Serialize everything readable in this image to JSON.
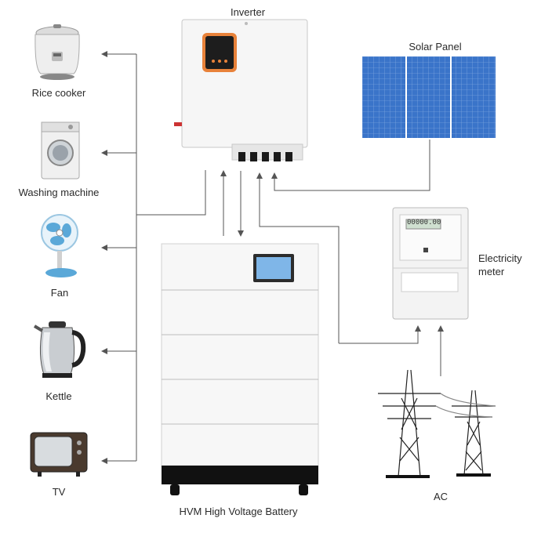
{
  "devices": {
    "inverter": {
      "label": "Inverter"
    },
    "solar_panel": {
      "label": "Solar Panel"
    },
    "battery": {
      "label": "HVM High Voltage Battery"
    },
    "meter": {
      "label_line1": "Electricity",
      "label_line2": "meter",
      "display": "00000.00"
    },
    "grid": {
      "label": "AC"
    }
  },
  "appliances": [
    {
      "label": "Rice cooker",
      "icon": "rice-cooker-icon"
    },
    {
      "label": "Washing machine",
      "icon": "washing-machine-icon"
    },
    {
      "label": "Fan",
      "icon": "fan-icon"
    },
    {
      "label": "Kettle",
      "icon": "kettle-icon"
    },
    {
      "label": "TV",
      "icon": "tv-icon"
    }
  ],
  "colors": {
    "wire": "#555555",
    "inverter_panel": "#e8823a",
    "solar_cell": "#3a74c9",
    "fan_blue": "#5aa8d8"
  }
}
